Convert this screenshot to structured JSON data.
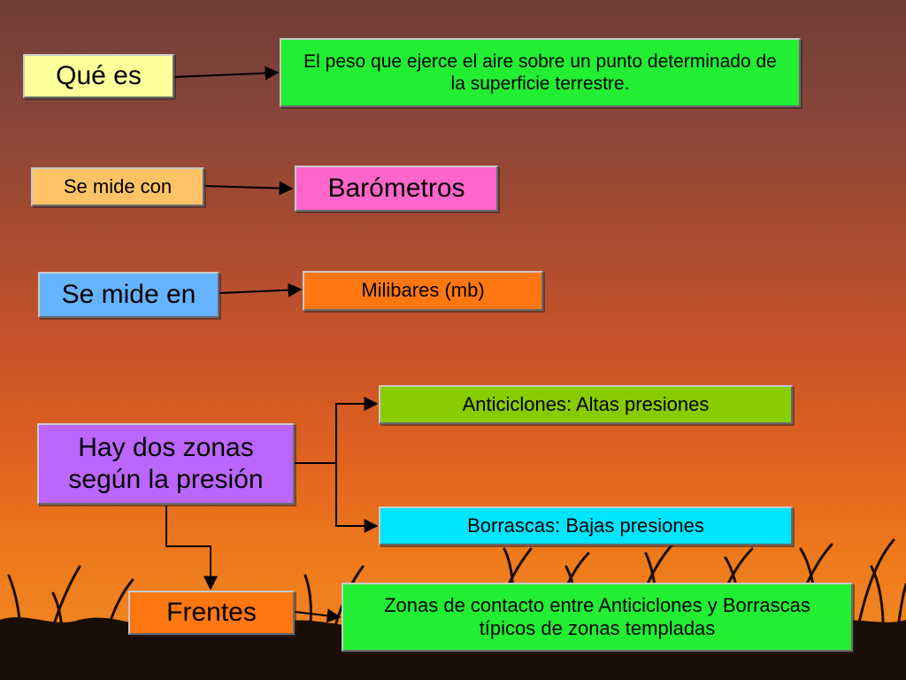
{
  "colors": {
    "yellow": "#ffff99",
    "green": "#22ee33",
    "peach": "#ffc266",
    "pink": "#ff66cc",
    "blue": "#66b3ff",
    "orange": "#ff7711",
    "lime": "#88cc00",
    "purple": "#bb66ff",
    "cyan": "#00e5ff",
    "connector": "#000000"
  },
  "nodes": {
    "que_es": "Qué es",
    "definicion": "El peso que ejerce el aire sobre un punto determinado de la superficie terrestre.",
    "se_mide_con": "Se mide con",
    "barometros": "Barómetros",
    "se_mide_en": "Se mide en",
    "milibares": "Milibares (mb)",
    "dos_zonas": "Hay dos zonas según la presión",
    "anticiclones": "Anticiclones: Altas presiones",
    "borrascas": "Borrascas: Bajas presiones",
    "frentes": "Frentes",
    "zonas_contacto": "Zonas de contacto entre Anticiclones y Borrascas típicos de zonas templadas"
  }
}
